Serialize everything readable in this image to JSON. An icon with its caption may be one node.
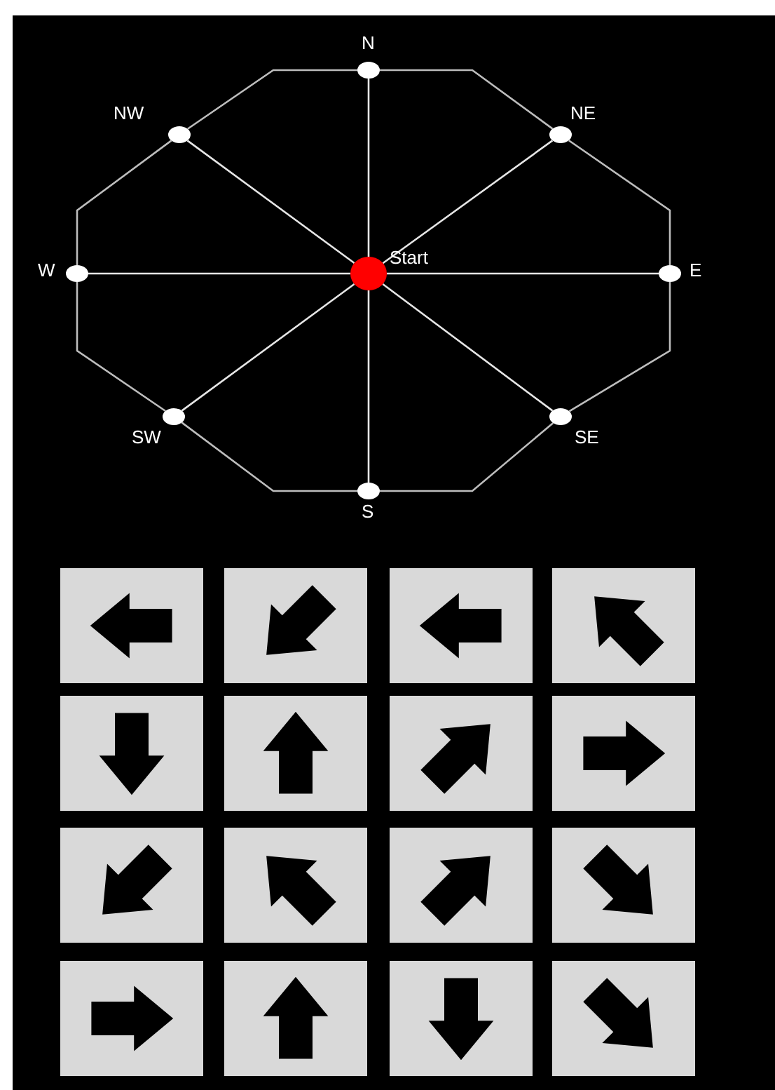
{
  "diagram": {
    "nodes": [
      {
        "text": [],
        "shape": "circle",
        "beside": [
          "Start"
        ]
      },
      {
        "text": [],
        "shape": "circle",
        "beside": [
          "N"
        ]
      },
      {
        "text": [],
        "shape": "circle",
        "beside": [
          "NE"
        ]
      },
      {
        "text": [],
        "shape": "circle",
        "beside": [
          "E"
        ]
      },
      {
        "text": [],
        "shape": "circle",
        "beside": [
          "SE"
        ]
      },
      {
        "text": [],
        "shape": "circle",
        "beside": [
          "S"
        ]
      },
      {
        "text": [],
        "shape": "circle",
        "beside": [
          "SW"
        ]
      },
      {
        "text": [],
        "shape": "circle",
        "beside": [
          "W"
        ]
      },
      {
        "text": [],
        "shape": "circle",
        "beside": [
          "NW"
        ]
      }
    ],
    "edges": [
      {
        "from": 0,
        "to": 1,
        "arrow": "none"
      },
      {
        "from": 0,
        "to": 2,
        "arrow": "none"
      },
      {
        "from": 0,
        "to": 3,
        "arrow": "none"
      },
      {
        "from": 0,
        "to": 4,
        "arrow": "none"
      },
      {
        "from": 0,
        "to": 5,
        "arrow": "none"
      },
      {
        "from": 0,
        "to": 6,
        "arrow": "none"
      },
      {
        "from": 0,
        "to": 7,
        "arrow": "none"
      },
      {
        "from": 0,
        "to": 8,
        "arrow": "none"
      },
      {
        "from": 1,
        "to": 2,
        "arrow": "none"
      },
      {
        "from": 2,
        "to": 3,
        "arrow": "none"
      },
      {
        "from": 3,
        "to": 4,
        "arrow": "none"
      },
      {
        "from": 4,
        "to": 5,
        "arrow": "none"
      },
      {
        "from": 5,
        "to": 6,
        "arrow": "none"
      },
      {
        "from": 6,
        "to": 7,
        "arrow": "none"
      },
      {
        "from": 7,
        "to": 8,
        "arrow": "none"
      },
      {
        "from": 8,
        "to": 1,
        "arrow": "none"
      }
    ]
  }
}
